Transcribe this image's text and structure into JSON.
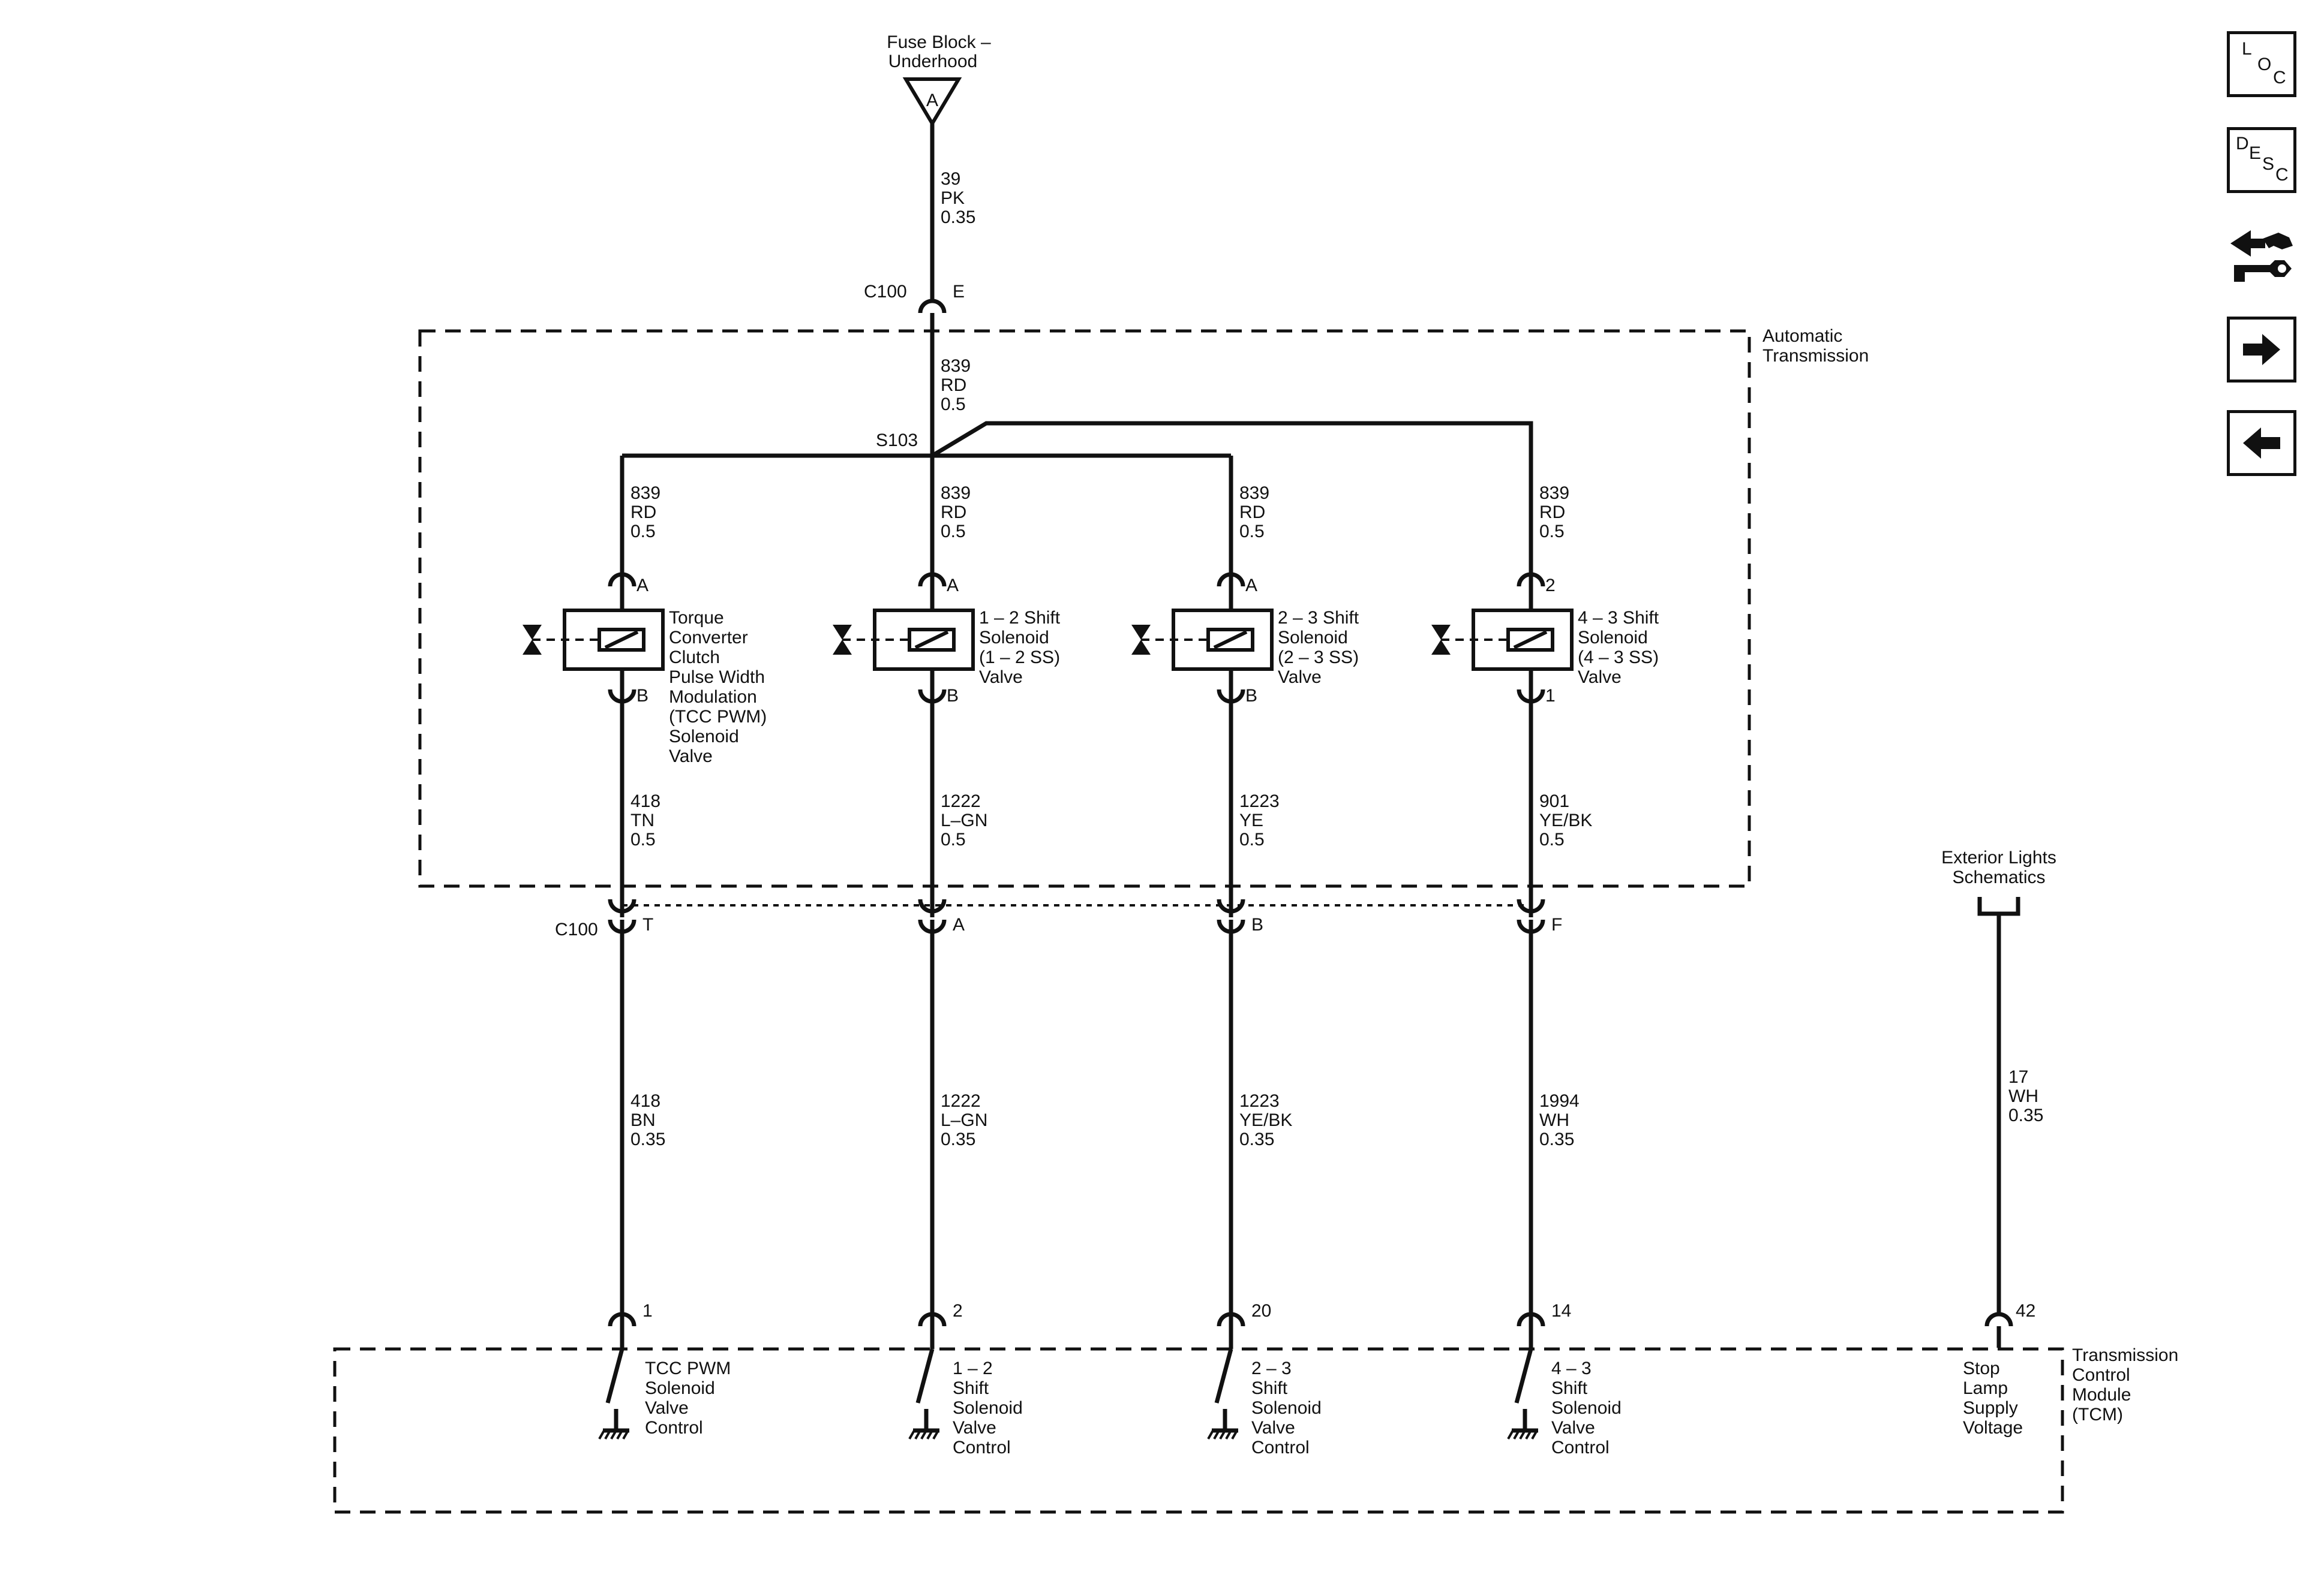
{
  "nav": {
    "loc": [
      "L",
      "O",
      "C"
    ],
    "desc": [
      "D",
      "E",
      "S",
      "C"
    ],
    "icons": [
      "loc-icon",
      "desc-icon",
      "connector-wrench-icon",
      "next-arrow-icon",
      "back-arrow-icon"
    ]
  },
  "source": {
    "name_line1": "Fuse Block –",
    "name_line2": "Underhood",
    "tag": "A"
  },
  "feed_wire": {
    "circuit": "39",
    "color": "PK",
    "gauge": "0.35"
  },
  "top_connector": {
    "id": "C100",
    "pin": "E"
  },
  "trans_box": {
    "line1": "Automatic",
    "line2": "Transmission"
  },
  "trunk_wire": {
    "circuit": "839",
    "color": "RD",
    "gauge": "0.5"
  },
  "splice": "S103",
  "branches": [
    {
      "supply": {
        "circuit": "839",
        "color": "RD",
        "gauge": "0.5"
      },
      "pin_in": "A",
      "pin_out": "B",
      "label": [
        "Torque",
        "Converter",
        "Clutch",
        "Pulse Width",
        "Modulation",
        "(TCC PWM)",
        "Solenoid",
        "Valve"
      ],
      "inner": {
        "circuit": "418",
        "color": "TN",
        "gauge": "0.5"
      },
      "c100_pin": "T",
      "outer": {
        "circuit": "418",
        "color": "BN",
        "gauge": "0.35"
      },
      "tcm_pin": "1",
      "tcm_label": [
        "TCC PWM",
        "Solenoid",
        "Valve",
        "Control"
      ]
    },
    {
      "supply": {
        "circuit": "839",
        "color": "RD",
        "gauge": "0.5"
      },
      "pin_in": "A",
      "pin_out": "B",
      "label": [
        "1 – 2 Shift",
        "Solenoid",
        "(1 – 2 SS)",
        "Valve"
      ],
      "inner": {
        "circuit": "1222",
        "color": "L–GN",
        "gauge": "0.5"
      },
      "c100_pin": "A",
      "outer": {
        "circuit": "1222",
        "color": "L–GN",
        "gauge": "0.35"
      },
      "tcm_pin": "2",
      "tcm_label": [
        "1 – 2",
        "Shift",
        "Solenoid",
        "Valve",
        "Control"
      ]
    },
    {
      "supply": {
        "circuit": "839",
        "color": "RD",
        "gauge": "0.5"
      },
      "pin_in": "A",
      "pin_out": "B",
      "label": [
        "2 – 3 Shift",
        "Solenoid",
        "(2 – 3 SS)",
        "Valve"
      ],
      "inner": {
        "circuit": "1223",
        "color": "YE",
        "gauge": "0.5"
      },
      "c100_pin": "B",
      "outer": {
        "circuit": "1223",
        "color": "YE/BK",
        "gauge": "0.35"
      },
      "tcm_pin": "20",
      "tcm_label": [
        "2 – 3",
        "Shift",
        "Solenoid",
        "Valve",
        "Control"
      ]
    },
    {
      "supply": {
        "circuit": "839",
        "color": "RD",
        "gauge": "0.5"
      },
      "pin_in": "2",
      "pin_out": "1",
      "label": [
        "4 – 3 Shift",
        "Solenoid",
        "(4 – 3 SS)",
        "Valve"
      ],
      "inner": {
        "circuit": "901",
        "color": "YE/BK",
        "gauge": "0.5"
      },
      "c100_pin": "F",
      "outer": {
        "circuit": "1994",
        "color": "WH",
        "gauge": "0.35"
      },
      "tcm_pin": "14",
      "tcm_label": [
        "4 – 3",
        "Shift",
        "Solenoid",
        "Valve",
        "Control"
      ]
    }
  ],
  "bottom_connector": "C100",
  "exterior": {
    "line1": "Exterior Lights",
    "line2": "Schematics"
  },
  "stop_wire": {
    "circuit": "17",
    "color": "WH",
    "gauge": "0.35"
  },
  "stop_pin": "42",
  "stop_label": [
    "Stop",
    "Lamp",
    "Supply",
    "Voltage"
  ],
  "tcm": [
    "Transmission",
    "Control",
    "Module",
    "(TCM)"
  ]
}
